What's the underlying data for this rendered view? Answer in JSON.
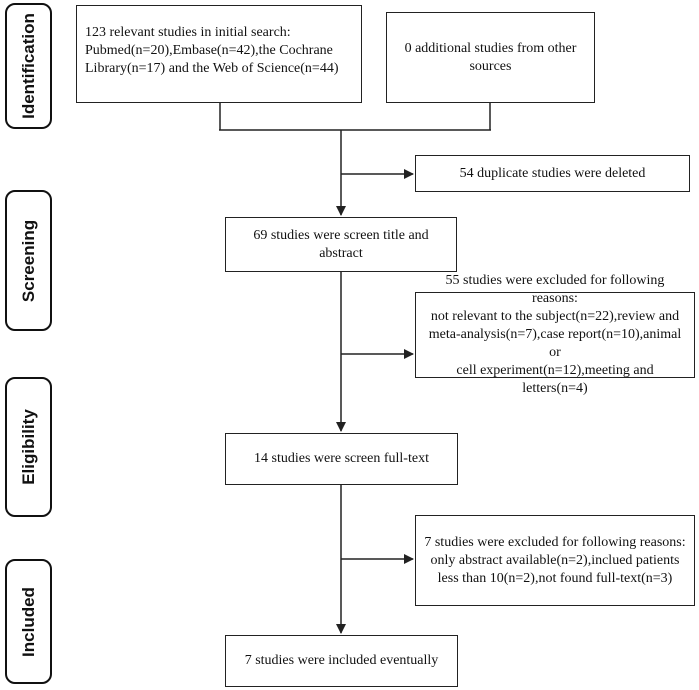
{
  "phases": [
    "Identification",
    "Screening",
    "Eligibility",
    "Included"
  ],
  "boxes": {
    "initial_search": "123 relevant studies in initial search:\nPubmed(n=20),Embase(n=42),the Cochrane\nLibrary(n=17) and the Web of Science(n=44)",
    "additional": "0 additional studies from other\nsources",
    "duplicates": "54 duplicate studies were deleted",
    "screen_title": "69 studies were screen title and\nabstract",
    "excluded_1": "55  studies were excluded for following reasons:\nnot relevant to the subject(n=22),review and\nmeta-analysis(n=7),case report(n=10),animal or\ncell experiment(n=12),meeting and letters(n=4)",
    "full_text": "14 studies were screen full-text",
    "excluded_2": "7  studies were excluded for following reasons:\nonly abstract available(n=2),inclued patients\nless than 10(n=2),not found full-text(n=3)",
    "included": "7 studies were included eventually"
  }
}
